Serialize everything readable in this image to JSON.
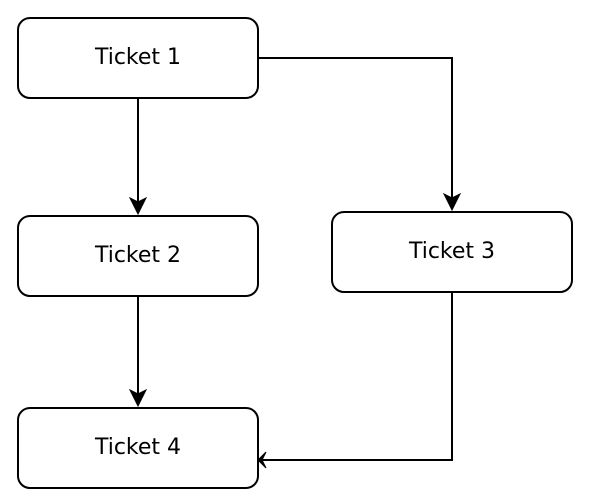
{
  "diagram": {
    "nodes": [
      {
        "id": "ticket-1",
        "label": "Ticket 1"
      },
      {
        "id": "ticket-2",
        "label": "Ticket 2"
      },
      {
        "id": "ticket-3",
        "label": "Ticket 3"
      },
      {
        "id": "ticket-4",
        "label": "Ticket 4"
      }
    ],
    "edges": [
      {
        "from": "ticket-1",
        "to": "ticket-2"
      },
      {
        "from": "ticket-1",
        "to": "ticket-3"
      },
      {
        "from": "ticket-2",
        "to": "ticket-4"
      },
      {
        "from": "ticket-3",
        "to": "ticket-4"
      }
    ],
    "colors": {
      "stroke": "#000000",
      "fill": "#ffffff",
      "text": "#000000"
    }
  }
}
